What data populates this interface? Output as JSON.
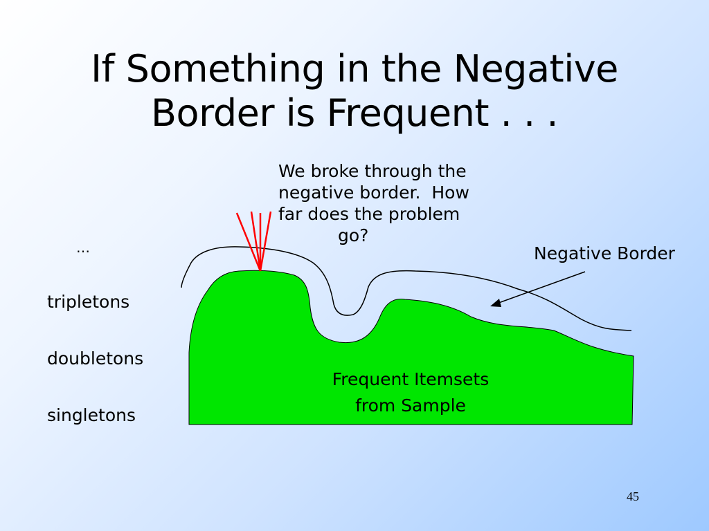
{
  "slide": {
    "title_line1": "If Something in the Negative",
    "title_line2": "Border is Frequent . . .",
    "note": {
      "line1": "We broke through the",
      "line2": "negative border.  How",
      "line3": "far does the problem",
      "line4": "go?"
    },
    "negative_border_label": "Negative Border",
    "levels": {
      "ellipsis": "…",
      "tripletons": "tripletons",
      "doubletons": "doubletons",
      "singletons": "singletons"
    },
    "frequent_label": {
      "line1": "Frequent Itemsets",
      "line2": "from Sample"
    },
    "page_number": "45"
  },
  "colors": {
    "frequent_region": "#00e600",
    "breakthrough_lines": "#ff0000",
    "outline": "#000000"
  }
}
